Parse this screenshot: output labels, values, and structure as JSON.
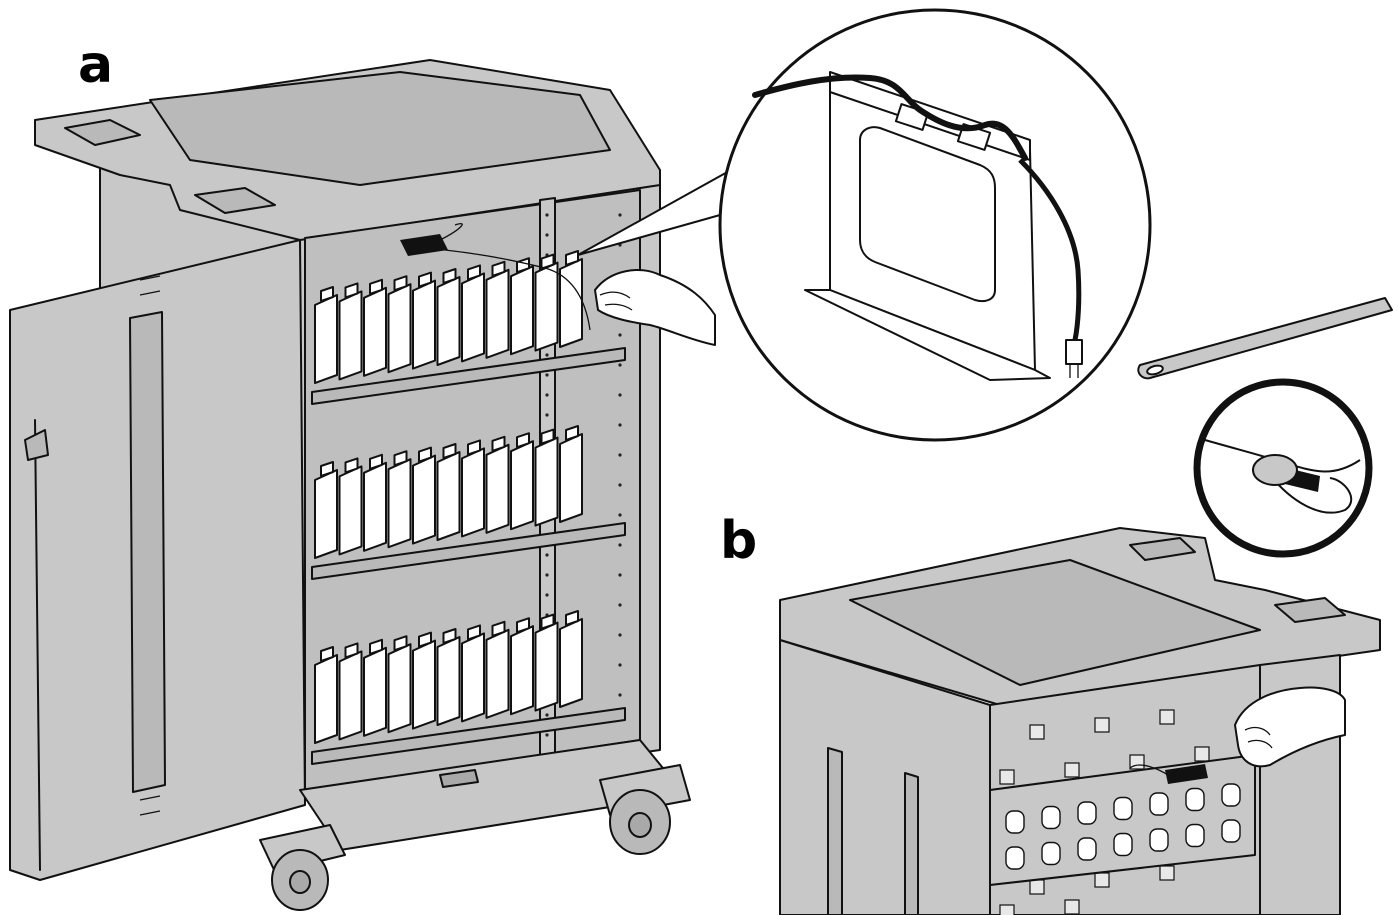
{
  "labels": {
    "step_a": "a",
    "step_b": "b"
  },
  "colors": {
    "cart_body": "#c8c8c8",
    "cart_shade": "#b9b9b9",
    "cart_dark": "#a9a9a9",
    "outline": "#111111",
    "device": "#ffffff"
  },
  "illustration": {
    "left_scene": "charging-cart-open-door",
    "detail_callout": "cable-routing-slot-detail",
    "strap": "velcro-cable-tie",
    "strap_detail": "bundled-cable-circle",
    "right_scene": "charging-cart-rear-panel",
    "shelves": 3,
    "devices_per_shelf": 11,
    "rear_outlet_holes": 14
  }
}
